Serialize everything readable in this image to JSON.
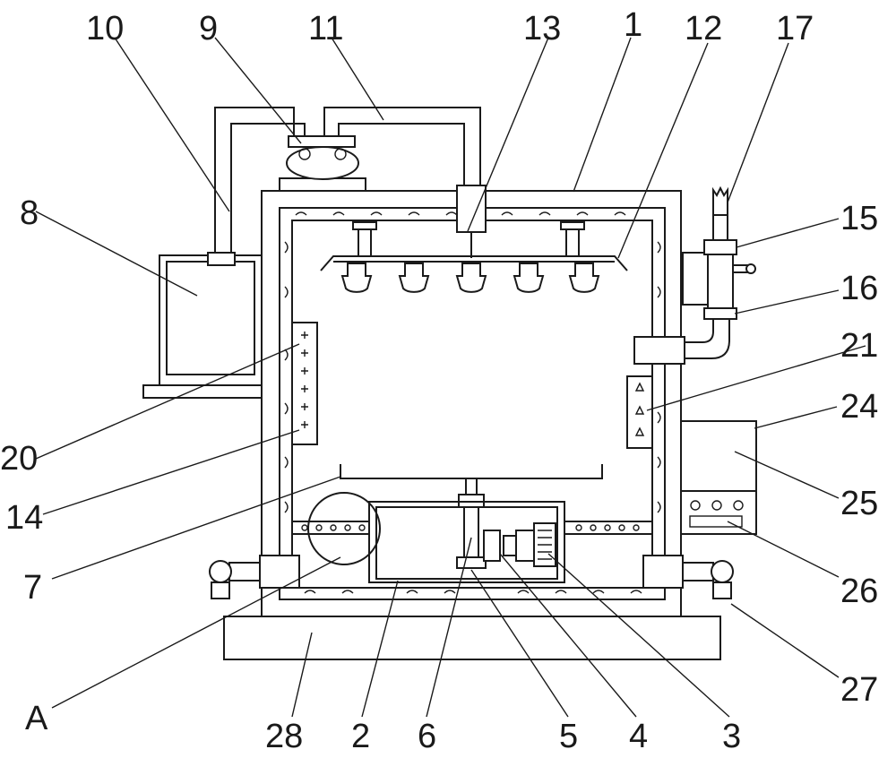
{
  "labels": {
    "l1": "1",
    "l2": "2",
    "l3": "3",
    "l4": "4",
    "l5": "5",
    "l6": "6",
    "l7": "7",
    "l8": "8",
    "l9": "9",
    "l10": "10",
    "l11": "11",
    "l12": "12",
    "l13": "13",
    "l14": "14",
    "l15": "15",
    "l16": "16",
    "l17": "17",
    "l20": "20",
    "l21": "21",
    "l24": "24",
    "l25": "25",
    "l26": "26",
    "l27": "27",
    "l28": "28",
    "lA": "A"
  }
}
